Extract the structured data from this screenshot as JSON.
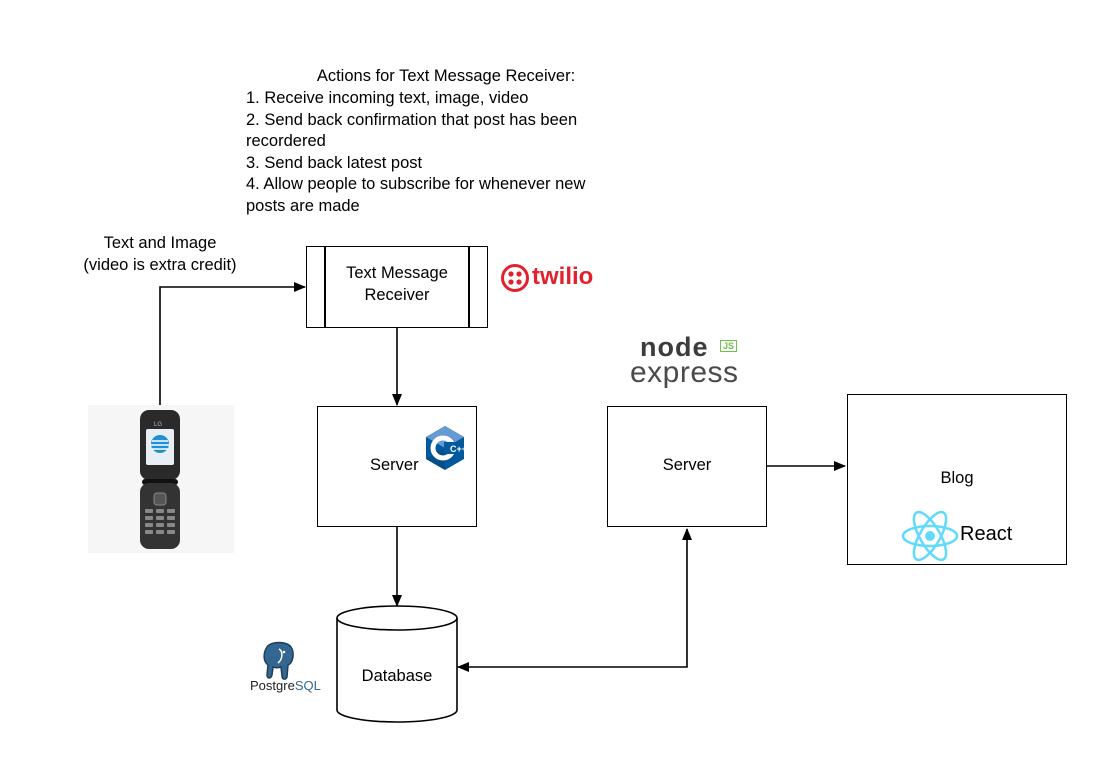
{
  "actions": {
    "heading": "Actions for Text Message Receiver:",
    "item1": "1. Receive incoming text, image, video",
    "item2a": "2. Send back confirmation that post has been",
    "item2b": "recordered",
    "item3": "3. Send back latest post",
    "item4a": "4. Allow people to subscribe for whenever new",
    "item4b": "posts are made"
  },
  "phone_edge": {
    "line1": "Text and Image",
    "line2": "(video is extra credit)"
  },
  "nodes": {
    "receiver_line1": "Text Message",
    "receiver_line2": "Receiver",
    "server_cpp": "Server",
    "server_node": "Server",
    "database": "Database",
    "blog": "Blog"
  },
  "logos": {
    "twilio": "twilio",
    "node": "node",
    "node_badge": "JS",
    "express": "express",
    "postgres_a": "Postgre",
    "postgres_b": "SQL",
    "react": "React",
    "cpp": "C++",
    "att_brand": "LG"
  },
  "colors": {
    "twilio_red": "#e3212e",
    "cpp_blue": "#00599c",
    "cpp_dark": "#044f88",
    "node_green": "#6cc24a",
    "react_cyan": "#61dafb",
    "postgres_blue": "#336791"
  }
}
